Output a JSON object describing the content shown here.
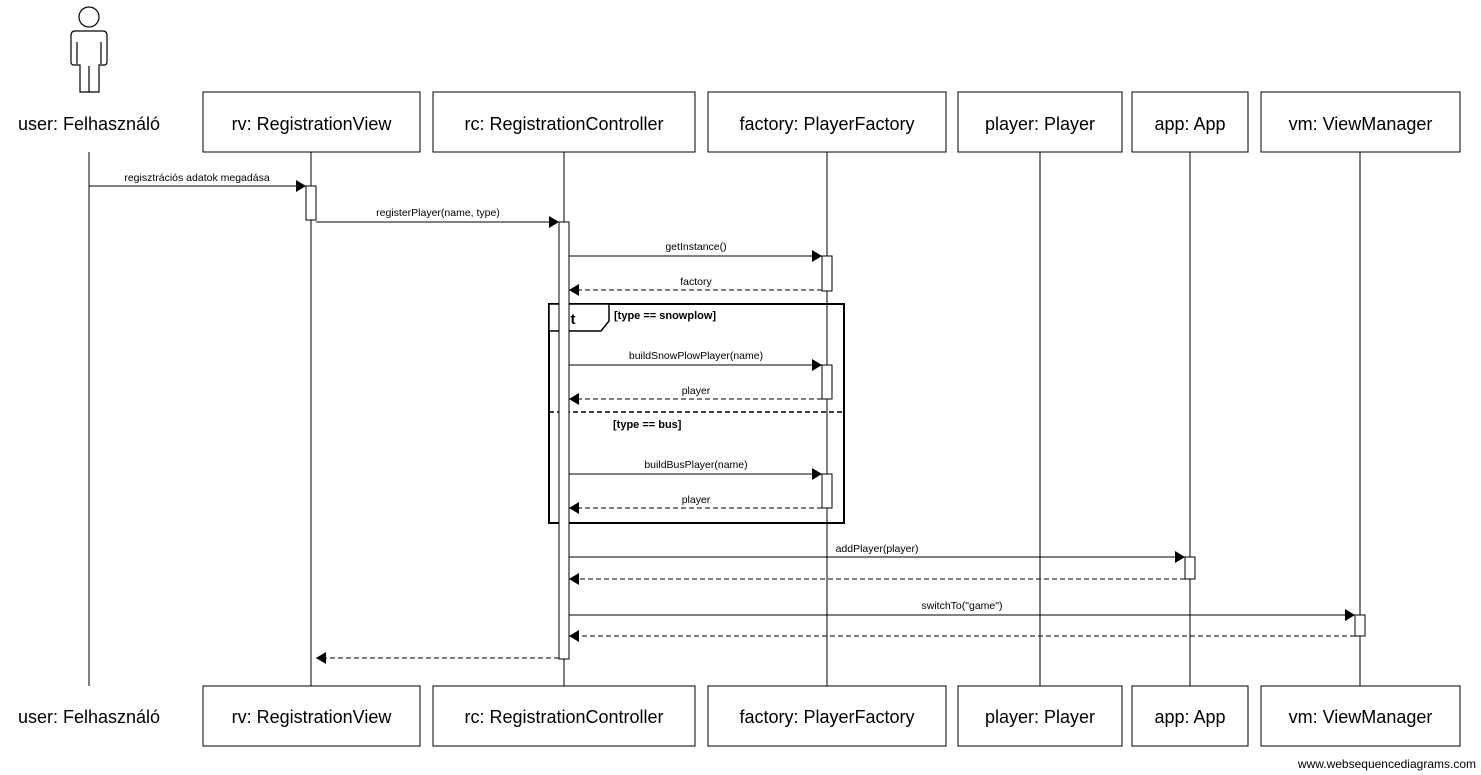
{
  "participants": [
    {
      "id": "user",
      "label": "user: Felhasználó",
      "kind": "actor"
    },
    {
      "id": "rv",
      "label": "rv: RegistrationView",
      "kind": "box"
    },
    {
      "id": "rc",
      "label": "rc: RegistrationController",
      "kind": "box"
    },
    {
      "id": "factory",
      "label": "factory: PlayerFactory",
      "kind": "box"
    },
    {
      "id": "player",
      "label": "player: Player",
      "kind": "box"
    },
    {
      "id": "app",
      "label": "app: App",
      "kind": "box"
    },
    {
      "id": "vm",
      "label": "vm: ViewManager",
      "kind": "box"
    }
  ],
  "messages": [
    {
      "from": "user",
      "to": "rv",
      "label": "regisztrációs adatok megadása",
      "type": "sync"
    },
    {
      "from": "rv",
      "to": "rc",
      "label": "registerPlayer(name, type)",
      "type": "sync"
    },
    {
      "from": "rc",
      "to": "factory",
      "label": "getInstance()",
      "type": "sync"
    },
    {
      "from": "factory",
      "to": "rc",
      "label": "factory",
      "type": "return"
    },
    {
      "from": "rc",
      "to": "factory",
      "label": "buildSnowPlowPlayer(name)",
      "type": "sync"
    },
    {
      "from": "factory",
      "to": "rc",
      "label": "player",
      "type": "return"
    },
    {
      "from": "rc",
      "to": "factory",
      "label": "buildBusPlayer(name)",
      "type": "sync"
    },
    {
      "from": "factory",
      "to": "rc",
      "label": "player",
      "type": "return"
    },
    {
      "from": "rc",
      "to": "app",
      "label": "addPlayer(player)",
      "type": "sync"
    },
    {
      "from": "app",
      "to": "rc",
      "label": "",
      "type": "return"
    },
    {
      "from": "rc",
      "to": "vm",
      "label": "switchTo(\"game\")",
      "type": "sync"
    },
    {
      "from": "vm",
      "to": "rc",
      "label": "",
      "type": "return"
    },
    {
      "from": "rc",
      "to": "rv",
      "label": "",
      "type": "return"
    }
  ],
  "fragment": {
    "keyword": "alt",
    "conditions": [
      "[type == snowplow]",
      "[type == bus]"
    ]
  },
  "watermark": "www.websequencediagrams.com"
}
